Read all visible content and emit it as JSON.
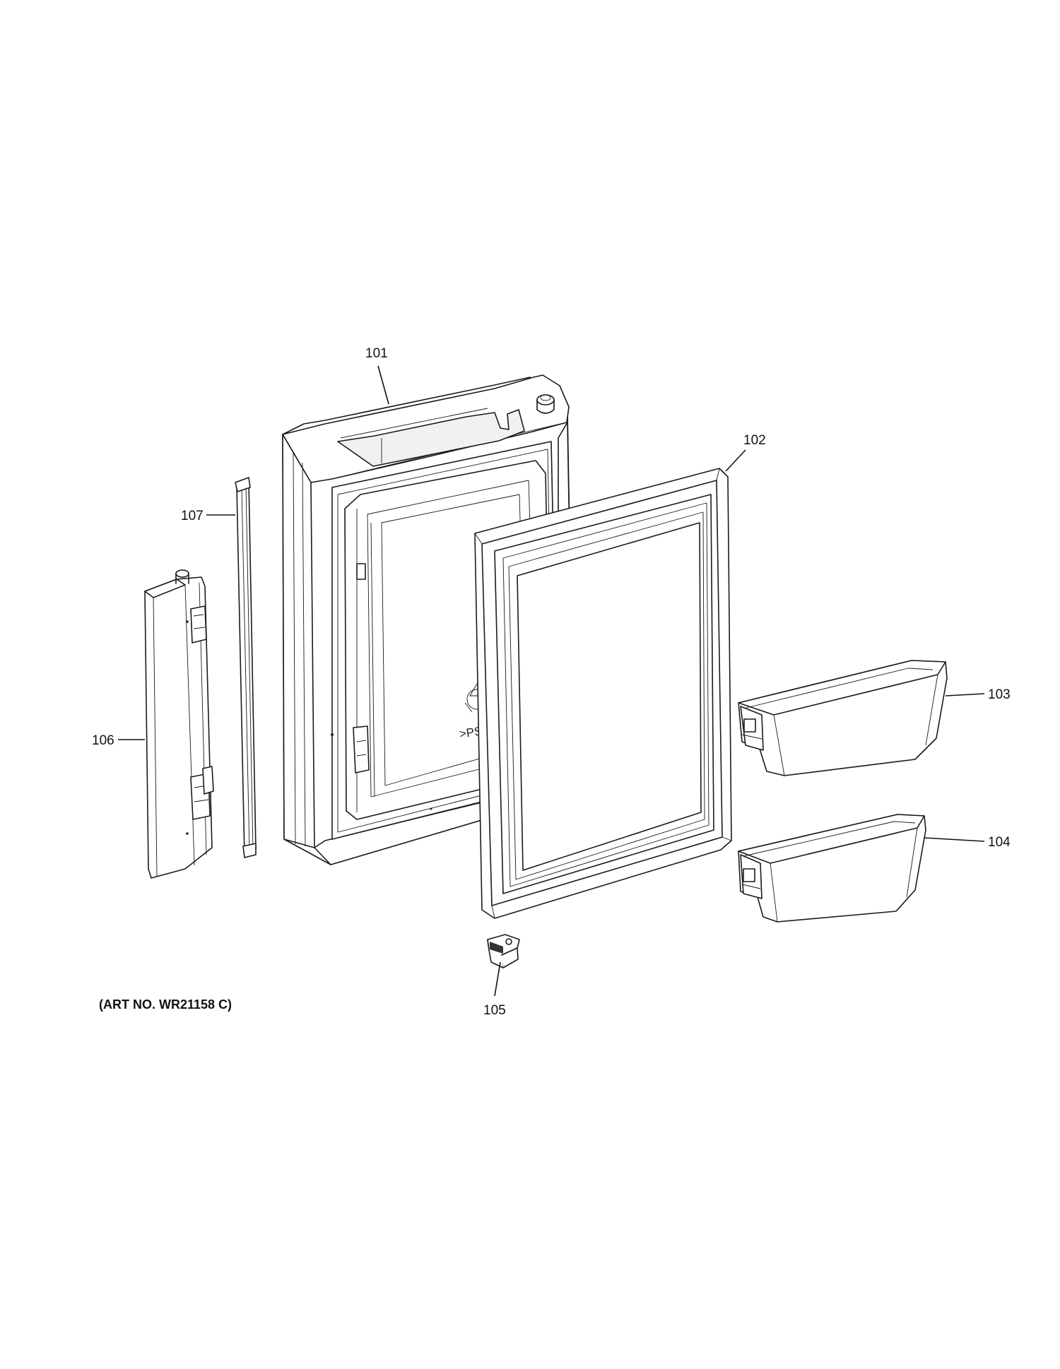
{
  "diagram": {
    "art_number": "(ART NO. WR21158 C)",
    "callouts": {
      "c101": "101",
      "c102": "102",
      "c103": "103",
      "c104": "104",
      "c105": "105",
      "c106": "106",
      "c107": "107"
    },
    "molded_mark": ">PS<"
  }
}
